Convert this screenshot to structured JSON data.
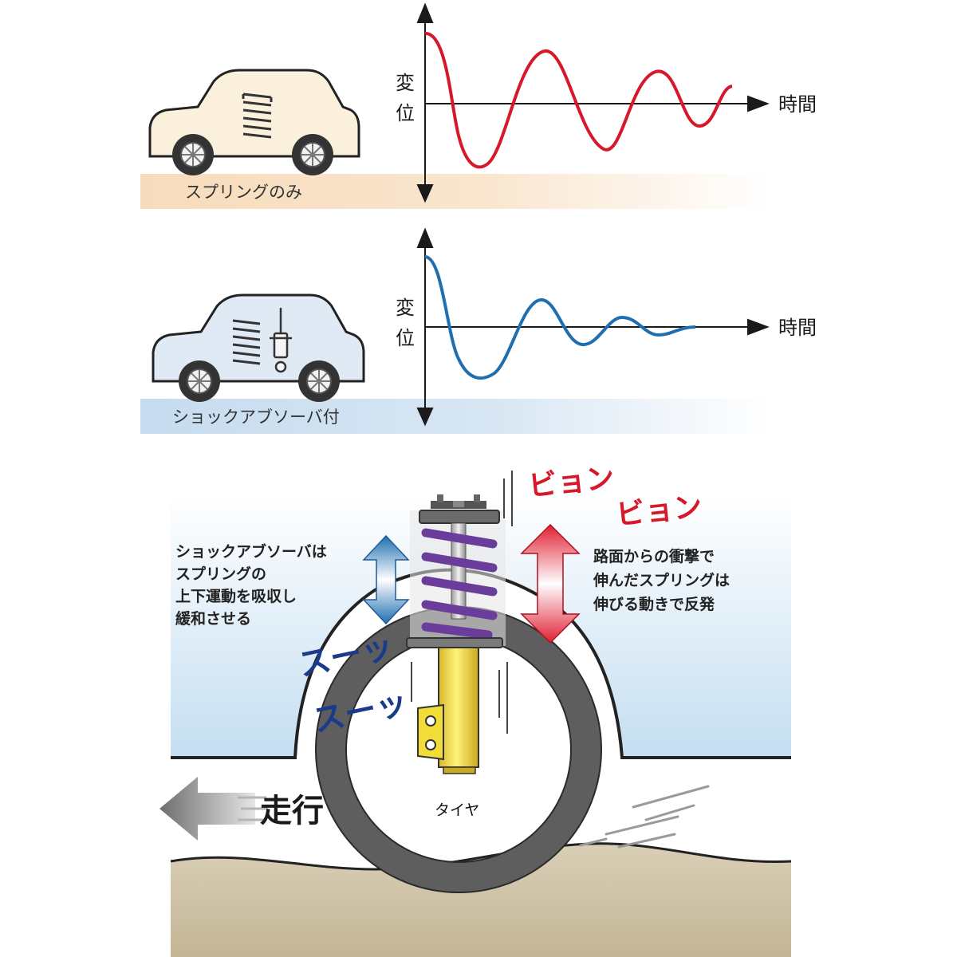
{
  "panel_top": {
    "band_label": "スプリングのみ",
    "axis_y_label_1": "変",
    "axis_y_label_2": "位",
    "axis_x_label": "時間",
    "curve_color": "#d6182a",
    "band_color": "#f8dfc2",
    "car_fill": "#fbf0db"
  },
  "panel_mid": {
    "band_label": "ショックアブソーバ付",
    "axis_y_label_1": "変",
    "axis_y_label_2": "位",
    "axis_x_label": "時間",
    "curve_color": "#1f6fb0",
    "band_color": "#c9def0",
    "car_fill": "#dfeaf5"
  },
  "bottom": {
    "left_note": [
      "ショックアブソーバは",
      "スプリングの",
      "上下運動を吸収し",
      "緩和させる"
    ],
    "right_note": [
      "路面からの衝撃で",
      "伸んだスプリングは",
      "伸びる動きで反発"
    ],
    "bounce_1": "ビョン",
    "bounce_2": "ビョン",
    "smooth_1": "スーッ",
    "smooth_2": "スーッ",
    "run_label": "走行",
    "tire_label": "タイヤ",
    "spring_color": "#6a3d9a",
    "strut_color": "#f2dc3a"
  }
}
